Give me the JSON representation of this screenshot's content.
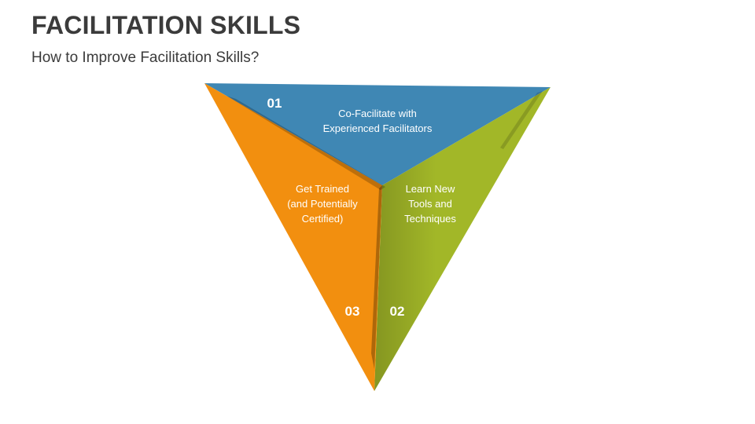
{
  "title": "FACILITATION SKILLS",
  "subtitle": "How to Improve Facilitation Skills?",
  "colors": {
    "segment_1": "#3f87b4",
    "segment_2": "#a2b728",
    "segment_3": "#f28f0f",
    "title_text": "#3b3b3b"
  },
  "segments": [
    {
      "number": "01",
      "lines": [
        "Co-Facilitate with",
        "Experienced Facilitators"
      ]
    },
    {
      "number": "02",
      "lines": [
        "Learn New",
        "Tools and",
        "Techniques"
      ]
    },
    {
      "number": "03",
      "lines": [
        "Get Trained",
        "(and Potentially",
        "Certified)"
      ]
    }
  ]
}
